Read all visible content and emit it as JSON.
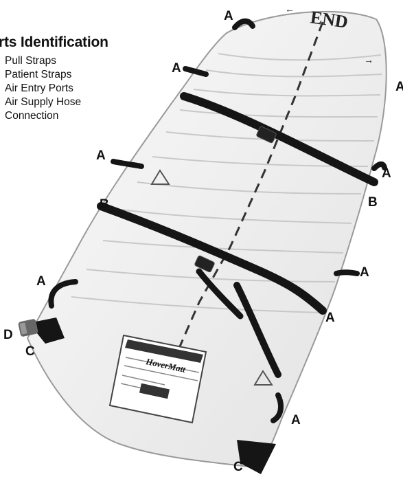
{
  "legend": {
    "title": "rts Identification",
    "items": [
      "Pull Straps",
      "Patient Straps",
      "Air Entry Ports",
      "Air Supply Hose",
      "Connection"
    ]
  },
  "mattress": {
    "end_text": "END",
    "brand_label": "HoverMatt",
    "color": "#efefef",
    "strap_color": "#151515"
  },
  "callouts": [
    "A",
    "A",
    "A",
    "A",
    "B",
    "A",
    "B",
    "A",
    "A",
    "A",
    "A",
    "D",
    "C",
    "C"
  ]
}
